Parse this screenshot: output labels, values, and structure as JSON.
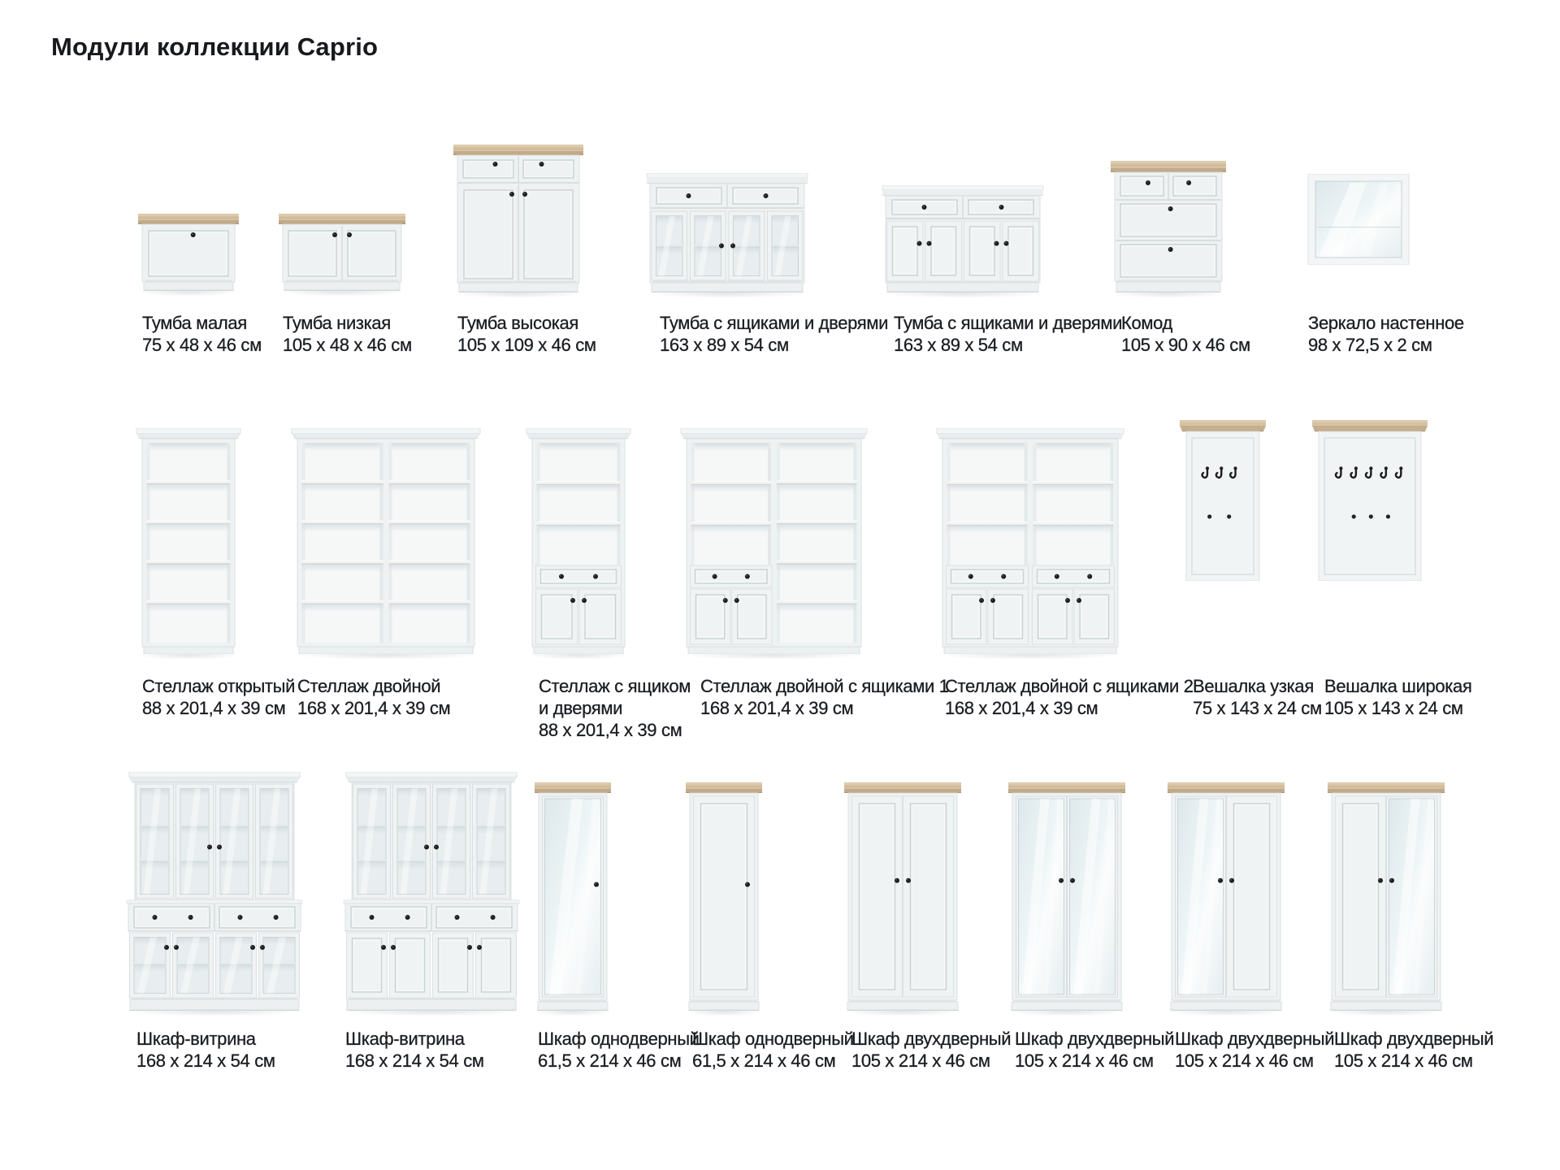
{
  "title": "Модули коллекции Caprio",
  "rows": [
    {
      "items": [
        {
          "name": "Тумба малая",
          "dims": "75 x 48 x 46 см",
          "graphic": "cab-small"
        },
        {
          "name": "Тумба низкая",
          "dims": "105 x 48 x 46 см",
          "graphic": "cab-low"
        },
        {
          "name": "Тумба высокая",
          "dims": "105 x 109 x 46 см",
          "graphic": "cab-tall"
        },
        {
          "name": "Тумба с ящиками и дверями",
          "dims": "163 x 89 x 54 см",
          "graphic": "sideboard-glass"
        },
        {
          "name": "Тумба с ящиками и дверями",
          "dims": "163 x 89 x 54 см",
          "graphic": "sideboard-solid"
        },
        {
          "name": "Комод",
          "dims": "105 x 90 x 46 см",
          "graphic": "chest-of-drawers"
        },
        {
          "name": "Зеркало настенное",
          "dims": "98 x 72,5 x 2 см",
          "graphic": "wall-mirror"
        }
      ]
    },
    {
      "items": [
        {
          "name": "Стеллаж открытый",
          "dims": "88 x 201,4 x 39 см",
          "graphic": "shelf-open"
        },
        {
          "name": "Стеллаж двойной",
          "dims": "168 x 201,4 x 39 см",
          "graphic": "shelf-double"
        },
        {
          "name": "Стеллаж с ящиком\nи дверями",
          "dims": "88 x 201,4 x 39 см",
          "graphic": "shelf-combo"
        },
        {
          "name": "Стеллаж двойной с ящиками 1",
          "dims": "168 x 201,4 x 39 см",
          "graphic": "shelf-double-combo-1"
        },
        {
          "name": "Стеллаж двойной с ящиками 2",
          "dims": "168 x 201,4 x 39 см",
          "graphic": "shelf-double-combo-2"
        },
        {
          "name": "Вешалка узкая",
          "dims": "75 x 143 x 24 см",
          "graphic": "hanger-narrow"
        },
        {
          "name": "Вешалка широкая",
          "dims": "105 x 143 x 24 см",
          "graphic": "hanger-wide"
        }
      ]
    },
    {
      "items": [
        {
          "name": "Шкаф-витрина",
          "dims": "168 x 214 x 54 см",
          "graphic": "vitrine-glass"
        },
        {
          "name": "Шкаф-витрина",
          "dims": "168 x 214 x 54 см",
          "graphic": "vitrine-solid"
        },
        {
          "name": "Шкаф однодверный",
          "dims": "61,5 x 214 x 46 см",
          "graphic": "wardrobe-1door-mirror"
        },
        {
          "name": "Шкаф однодверный",
          "dims": "61,5 x 214 x 46 см",
          "graphic": "wardrobe-1door-solid"
        },
        {
          "name": "Шкаф двухдверный",
          "dims": "105 x 214 x 46 см",
          "graphic": "wardrobe-2door-solid"
        },
        {
          "name": "Шкаф двухдверный",
          "dims": "105 x 214 x 46 см",
          "graphic": "wardrobe-2door-mirror-mirror"
        },
        {
          "name": "Шкаф двухдверный",
          "dims": "105 x 214 x 46 см",
          "graphic": "wardrobe-2door-mirror-solid"
        },
        {
          "name": "Шкаф двухдверный",
          "dims": "105 x 214 x 46 см",
          "graphic": "wardrobe-2door-solid-mirror"
        }
      ]
    }
  ]
}
